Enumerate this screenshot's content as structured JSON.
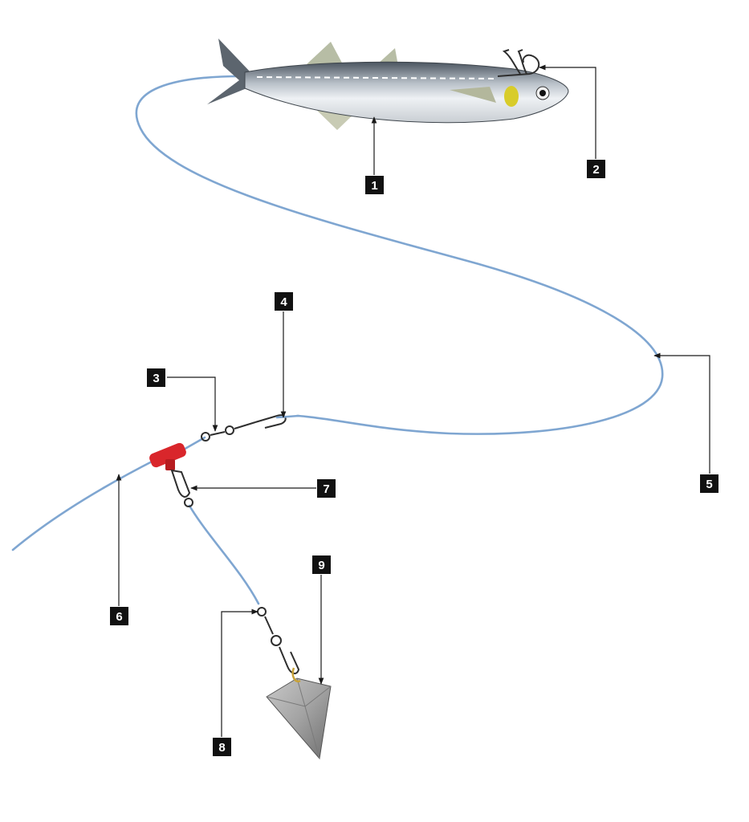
{
  "colors": {
    "fishing_line": "#7fa6d1",
    "sinker_slide": "#d9262b",
    "weight": "#9a9a9a",
    "callout": "#111111"
  },
  "callouts": [
    {
      "label": "1",
      "part": "bait-fish"
    },
    {
      "label": "2",
      "part": "treble-hook"
    },
    {
      "label": "3",
      "part": "snap-swivel"
    },
    {
      "label": "4",
      "part": "leader-connection"
    },
    {
      "label": "5",
      "part": "leader-line"
    },
    {
      "label": "6",
      "part": "main-line"
    },
    {
      "label": "7",
      "part": "sinker-snap"
    },
    {
      "label": "8",
      "part": "weight-swivel"
    },
    {
      "label": "9",
      "part": "pyramid-sinker"
    }
  ]
}
